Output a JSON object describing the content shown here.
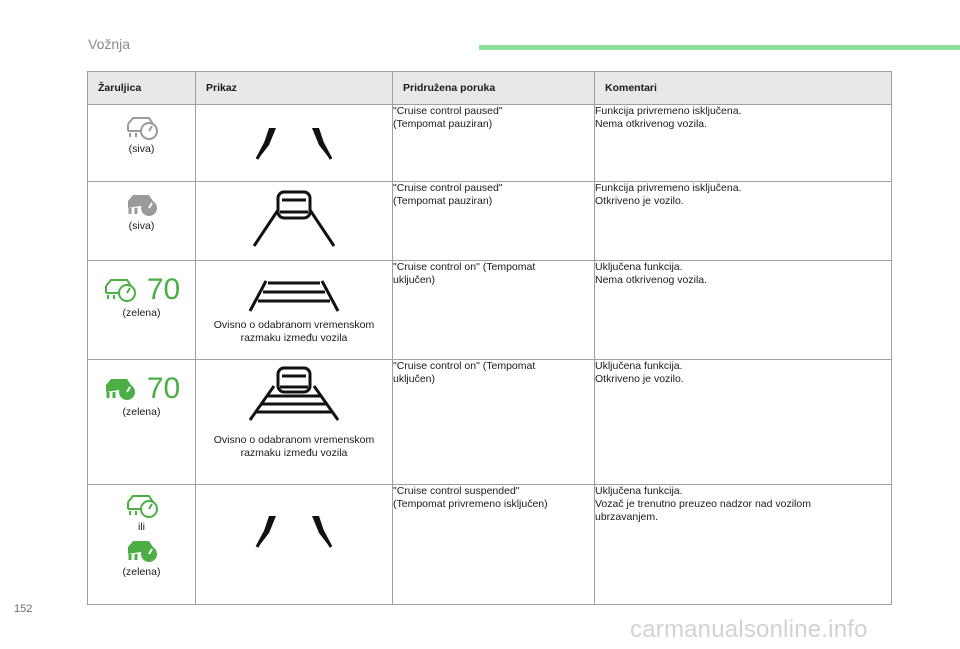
{
  "header": {
    "section_title": "Vožnja"
  },
  "page_number": "152",
  "watermark": "carmanualsonline.info",
  "colors": {
    "green": "#4caf45",
    "grey": "#9a9a9a",
    "section_bar": "#8be09a"
  },
  "table": {
    "headers": [
      "Žaruljica",
      "Prikaz",
      "Pridružena poruka",
      "Komentari"
    ],
    "rows": [
      {
        "lamp_icon": "cruise-control-outline-icon",
        "lamp_caption": "(siva)",
        "prikaz_icon": "lane-lines-icon",
        "message": [
          "\"Cruise control paused\"",
          "(Tempomat pauziran)"
        ],
        "comment": [
          "Funkcija privremeno isključena.",
          "Nema otkrivenog vozila."
        ]
      },
      {
        "lamp_icon": "cruise-control-filled-icon",
        "lamp_caption": "(siva)",
        "prikaz_icon": "lane-vehicle-icon",
        "message": [
          "\"Cruise control paused\"",
          "(Tempomat pauziran)"
        ],
        "comment": [
          "Funkcija privremeno isključena.",
          "Otkriveno je vozilo."
        ]
      },
      {
        "lamp_icon": "cruise-control-outline-icon",
        "lamp_speed": "70",
        "lamp_caption": "(zelena)",
        "prikaz_icon": "lane-distance-bars-icon",
        "prikaz_caption": "Ovisno o odabranom vremenskom razmaku između vozila",
        "message": [
          "\"Cruise control on\" (Tempomat",
          "uključen)"
        ],
        "comment": [
          "Uključena funkcija.",
          "Nema otkrivenog vozila."
        ]
      },
      {
        "lamp_icon": "cruise-control-filled-icon",
        "lamp_speed": "70",
        "lamp_caption": "(zelena)",
        "prikaz_icon": "lane-vehicle-distance-bars-icon",
        "prikaz_caption": "Ovisno o odabranom vremenskom razmaku između vozila",
        "message": [
          "\"Cruise control on\" (Tempomat",
          "uključen)"
        ],
        "comment": [
          "Uključena funkcija.",
          "Otkriveno je vozilo."
        ]
      },
      {
        "lamp_icon": "cruise-control-outline-icon",
        "lamp_alt_word": "ili",
        "lamp_icon_alt": "cruise-control-filled-icon",
        "lamp_caption": "(zelena)",
        "prikaz_icon": "lane-lines-icon",
        "message": [
          "\"Cruise control suspended\"",
          "(Tempomat privremeno isključen)"
        ],
        "comment": [
          "Uključena funkcija.",
          "Vozač je trenutno preuzeo nadzor nad vozilom",
          "ubrzavanjem."
        ]
      }
    ]
  }
}
